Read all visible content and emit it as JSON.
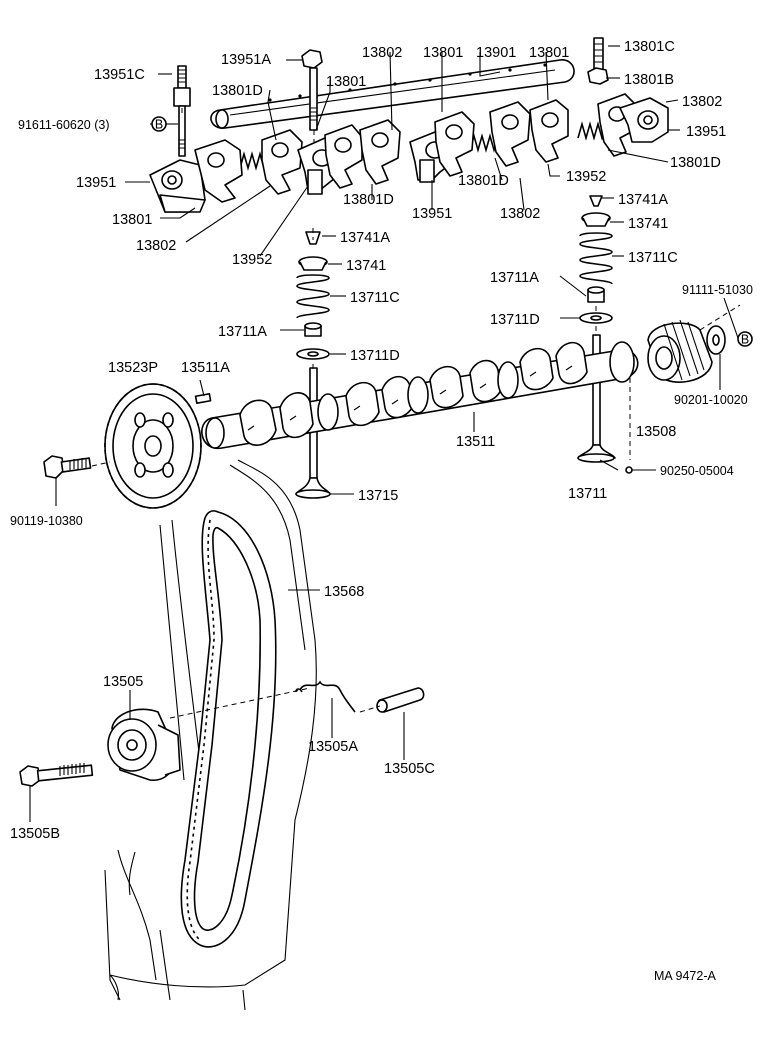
{
  "labels": {
    "p13951A": "13951A",
    "p13802_top": "13802",
    "p13801_top_a": "13801",
    "p13901": "13901",
    "p13801_top_b": "13801",
    "p13801C": "13801C",
    "p13951C": "13951C",
    "p13801D_a": "13801D",
    "p13801_left": "13801",
    "p13801B": "13801B",
    "p13802_right": "13802",
    "p91611": "91611-60620 (3)",
    "p13951_right": "13951",
    "p13951_left": "13951",
    "p13801D_mid": "13801D",
    "p13801D_c": "13801D",
    "p13801D_right": "13801D",
    "p13952_right": "13952",
    "p13801_low": "13801",
    "p13951_mid": "13951",
    "p13802_mid": "13802",
    "p13741A_right": "13741A",
    "p13741_right": "13741",
    "p13802_low": "13802",
    "p13741A_left": "13741A",
    "p13952_left": "13952",
    "p13741_left": "13741",
    "p13711C_right": "13711C",
    "p13711A_right": "13711A",
    "p91111": "91111-51030",
    "p13711C_left": "13711C",
    "p13711D_right": "13711D",
    "p13711A_left": "13711A",
    "p13711D_left": "13711D",
    "p13523P": "13523P",
    "p13511A": "13511A",
    "p90201": "90201-10020",
    "p13508": "13508",
    "p13511": "13511",
    "p90250": "90250-05004",
    "p13711": "13711",
    "p13715": "13715",
    "p90119": "90119-10380",
    "p13568": "13568",
    "p13505": "13505",
    "p13505A": "13505A",
    "p13505C": "13505C",
    "p13505B": "13505B"
  },
  "markers": {
    "circle_b": "B"
  },
  "footer": {
    "code": "MA  9472-A"
  }
}
